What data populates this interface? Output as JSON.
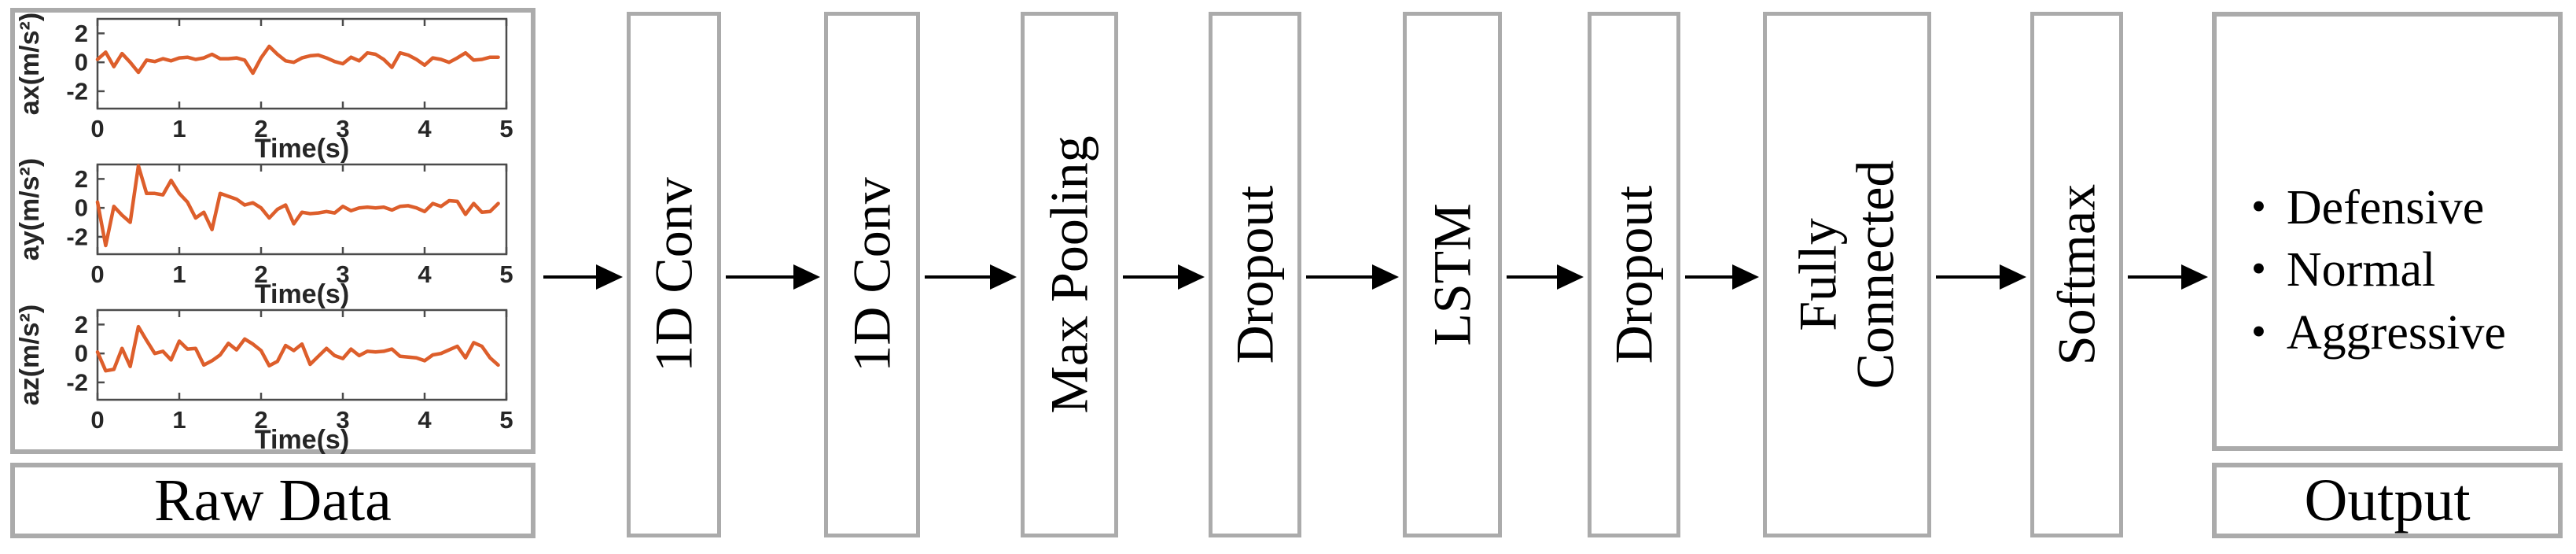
{
  "diagram": {
    "raw": {
      "label": "Raw Data"
    },
    "blocks": [
      {
        "lines": [
          "1D Conv"
        ]
      },
      {
        "lines": [
          "1D Conv"
        ]
      },
      {
        "lines": [
          "Max Pooling"
        ]
      },
      {
        "lines": [
          "Dropout"
        ]
      },
      {
        "lines": [
          "LSTM"
        ]
      },
      {
        "lines": [
          "Dropout"
        ]
      },
      {
        "lines": [
          "Fully",
          "Connected"
        ]
      },
      {
        "lines": [
          "Softmax"
        ]
      }
    ],
    "output": {
      "bullet": "•",
      "items": [
        "Defensive",
        "Normal",
        "Aggressive"
      ],
      "label": "Output"
    },
    "colors": {
      "signal_line": "#DD5E2B",
      "box_border": "#ABABAB",
      "axes": "#4B4B4B",
      "text": "#000000"
    }
  },
  "chart_data": [
    {
      "type": "line",
      "title": "",
      "ylabel": "ax(m/s²)",
      "xlabel": "Time(s)",
      "xticks": [
        0,
        1,
        2,
        3,
        4,
        5
      ],
      "yticks": [
        2,
        0,
        -2
      ],
      "xlim": [
        0,
        5
      ],
      "ylim": [
        -3.2,
        3.0
      ],
      "grid": false,
      "x_start": 0,
      "x_step": 0.1,
      "line_color": "#DD5E2B",
      "values": [
        0.2,
        0.7,
        -0.3,
        0.6,
        0.0,
        -0.7,
        0.15,
        0.05,
        0.25,
        0.1,
        0.3,
        0.35,
        0.2,
        0.3,
        0.55,
        0.25,
        0.25,
        0.3,
        0.15,
        -0.75,
        0.3,
        1.1,
        0.55,
        0.1,
        0.0,
        0.3,
        0.45,
        0.5,
        0.3,
        0.05,
        -0.1,
        0.35,
        0.1,
        0.65,
        0.55,
        0.2,
        -0.35,
        0.65,
        0.5,
        0.2,
        -0.2,
        0.3,
        0.2,
        0.0,
        0.3,
        0.65,
        0.15,
        0.2,
        0.35,
        0.35
      ]
    },
    {
      "type": "line",
      "title": "",
      "ylabel": "ay(m/s²)",
      "xlabel": "Time(s)",
      "xticks": [
        0,
        1,
        2,
        3,
        4,
        5
      ],
      "yticks": [
        2,
        0,
        -2
      ],
      "xlim": [
        0,
        5
      ],
      "ylim": [
        -3.2,
        3.0
      ],
      "grid": false,
      "x_start": 0,
      "x_step": 0.1,
      "line_color": "#DD5E2B",
      "values": [
        0.4,
        -2.6,
        0.1,
        -0.5,
        -1.0,
        2.9,
        1.0,
        1.0,
        0.9,
        1.9,
        1.0,
        0.4,
        -0.7,
        -0.3,
        -1.5,
        1.0,
        0.8,
        0.6,
        0.2,
        0.35,
        0.0,
        -0.7,
        -0.1,
        0.2,
        -1.1,
        -0.3,
        -0.4,
        -0.35,
        -0.25,
        -0.35,
        0.1,
        -0.2,
        0.0,
        0.05,
        0.0,
        0.05,
        -0.15,
        0.1,
        0.15,
        0.0,
        -0.25,
        0.3,
        0.1,
        0.5,
        0.45,
        -0.45,
        0.3,
        -0.3,
        -0.25,
        0.3
      ]
    },
    {
      "type": "line",
      "title": "",
      "ylabel": "az(m/s²)",
      "xlabel": "Time(s)",
      "xticks": [
        0,
        1,
        2,
        3,
        4,
        5
      ],
      "yticks": [
        2,
        0,
        -2
      ],
      "xlim": [
        0,
        5
      ],
      "ylim": [
        -3.2,
        3.0
      ],
      "grid": false,
      "x_start": 0,
      "x_step": 0.1,
      "line_color": "#DD5E2B",
      "values": [
        0.1,
        -1.2,
        -1.1,
        0.35,
        -0.9,
        1.85,
        0.9,
        0.0,
        0.15,
        -0.45,
        0.85,
        0.3,
        0.35,
        -0.8,
        -0.5,
        -0.1,
        0.7,
        0.25,
        1.0,
        0.65,
        0.2,
        -0.85,
        -0.55,
        0.55,
        0.2,
        0.65,
        -0.75,
        -0.2,
        0.35,
        -0.15,
        -0.35,
        0.3,
        -0.15,
        0.15,
        0.1,
        0.15,
        0.3,
        -0.2,
        -0.25,
        -0.3,
        -0.5,
        -0.1,
        0.0,
        0.25,
        0.5,
        -0.3,
        0.75,
        0.5,
        -0.3,
        -0.8
      ]
    }
  ]
}
